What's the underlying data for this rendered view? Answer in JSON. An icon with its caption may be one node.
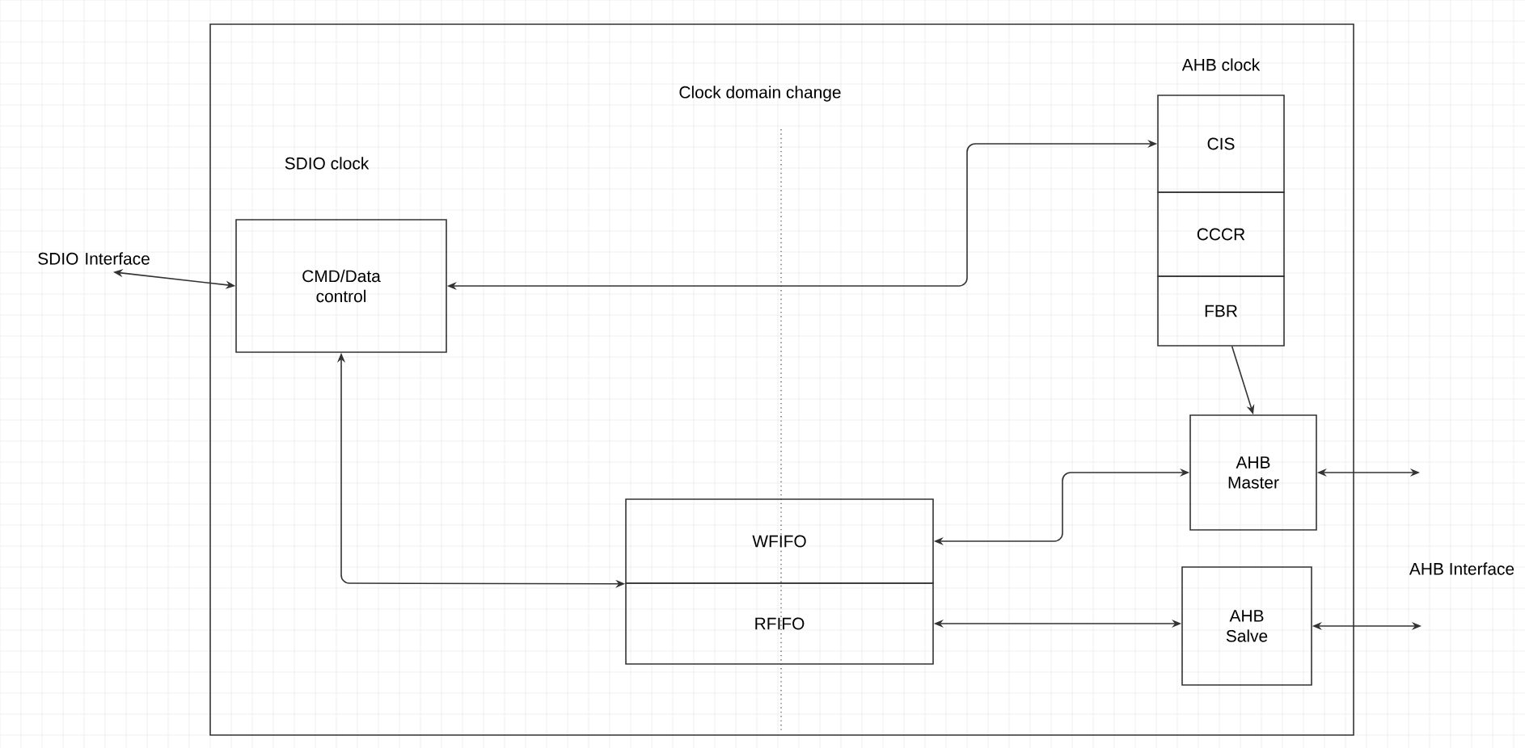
{
  "diagram": {
    "nodes": [
      {
        "text": [],
        "shape": "box"
      },
      {
        "text": [
          "CMD/Data control"
        ],
        "in": 0
      },
      {
        "text": [
          "CIS"
        ],
        "in": 0
      },
      {
        "text": [
          "CCCR"
        ],
        "in": 0
      },
      {
        "text": [
          "FBR"
        ],
        "in": 0
      },
      {
        "text": [
          "AHB Master"
        ],
        "in": 0
      },
      {
        "text": [
          "WFIFO"
        ],
        "in": 0
      },
      {
        "text": [
          "RFIFO"
        ],
        "in": 0
      },
      {
        "text": [
          "AHB Salve"
        ],
        "in": 0
      },
      {
        "text": [
          "SDIO Interface"
        ]
      }
    ],
    "edges": [
      {
        "from": 9,
        "to": 1,
        "arrow": "both"
      },
      {
        "from": 2,
        "to": 1,
        "arrow": "both"
      },
      {
        "from": 1,
        "to": 6,
        "arrow": "both"
      },
      {
        "from": 4,
        "to": 5,
        "arrow": "to"
      },
      {
        "from": 5,
        "to": 6,
        "arrow": "both"
      },
      {
        "from": 7,
        "to": 8,
        "arrow": "both"
      },
      {
        "from": 5,
        "to": null,
        "arrow": "both"
      },
      {
        "from": 8,
        "to": null,
        "arrow": "both"
      }
    ],
    "labels": [
      "AHB clock",
      "Clock domain change",
      "SDIO clock",
      "AHB Interface"
    ]
  }
}
